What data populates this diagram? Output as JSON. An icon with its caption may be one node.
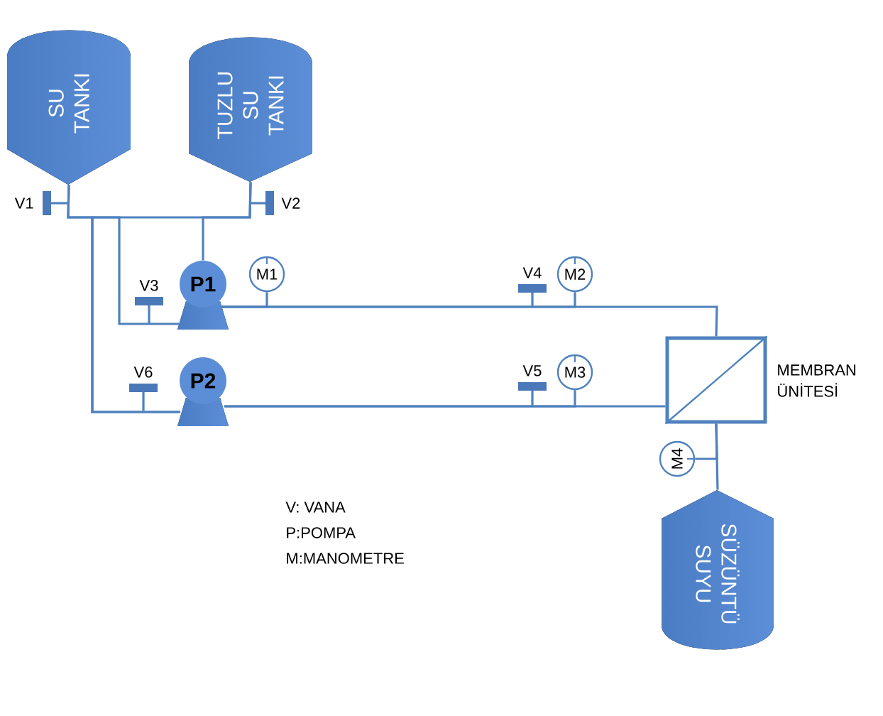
{
  "diagram": {
    "nodes": [
      {
        "text": [
          "SU TANKI"
        ]
      },
      {
        "text": [
          "TUZLU SU TANKI"
        ]
      },
      {
        "text": [],
        "shape": "bar",
        "beside": [
          "V1"
        ]
      },
      {
        "text": [],
        "shape": "bar",
        "beside": [
          "V2"
        ]
      },
      {
        "text": [],
        "shape": "bar",
        "beside": [
          "V3"
        ]
      },
      {
        "text": [
          "P1"
        ]
      },
      {
        "text": [
          "M1"
        ]
      },
      {
        "text": [],
        "shape": "bar",
        "beside": [
          "V4"
        ]
      },
      {
        "text": [
          "M2"
        ]
      },
      {
        "text": [],
        "shape": "bar",
        "beside": [
          "V6"
        ]
      },
      {
        "text": [
          "P2"
        ]
      },
      {
        "text": [],
        "shape": "bar",
        "beside": [
          "V5"
        ]
      },
      {
        "text": [
          "M3"
        ]
      },
      {
        "text": [],
        "shape": "box",
        "beside": [
          "MEMBRAN ÜNİTESİ"
        ]
      },
      {
        "text": [
          "M4"
        ]
      },
      {
        "text": [
          "SÜZÜNTÜ SUYU"
        ]
      }
    ],
    "edges": [
      {
        "from": 0,
        "to": 5,
        "arrow": "none"
      },
      {
        "from": 0,
        "to": 10,
        "arrow": "none"
      },
      {
        "from": 1,
        "to": 5,
        "arrow": "none"
      },
      {
        "from": 1,
        "to": 10,
        "arrow": "none"
      },
      {
        "from": 5,
        "to": 13,
        "arrow": "none"
      },
      {
        "from": 10,
        "to": 13,
        "arrow": "none"
      },
      {
        "from": 13,
        "to": 15,
        "arrow": "none"
      },
      {
        "from": 5,
        "to": 6,
        "arrow": "none"
      },
      {
        "from": 5,
        "to": 8,
        "arrow": "none"
      },
      {
        "from": 10,
        "to": 12,
        "arrow": "none"
      },
      {
        "from": 13,
        "to": 14,
        "arrow": "none"
      }
    ],
    "labels": [
      "V: VANA",
      "P:POMPA",
      "M:MANOMETRE"
    ]
  }
}
